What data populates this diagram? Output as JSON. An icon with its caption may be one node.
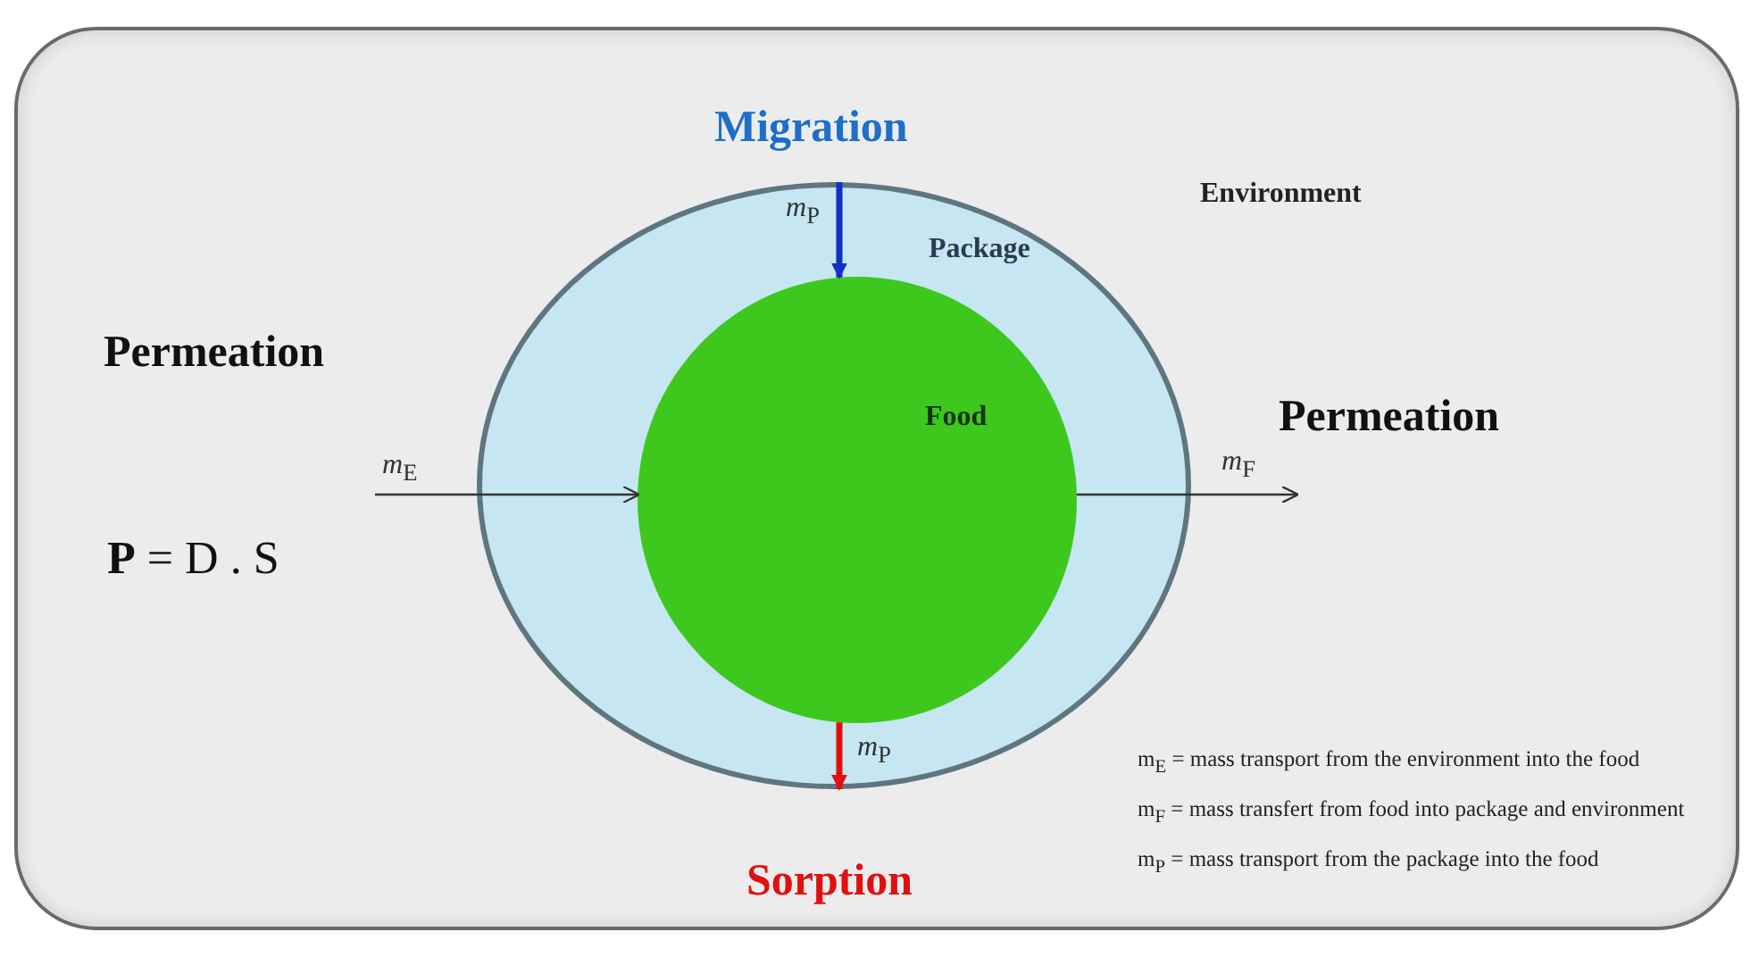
{
  "diagram": {
    "nodes": [
      {
        "text": [
          "Environment"
        ]
      },
      {
        "text": [
          "Package"
        ],
        "in": 0
      },
      {
        "text": [
          "Food"
        ],
        "in": 1
      }
    ],
    "edges": [
      {
        "from": null,
        "to": 2,
        "arrow": "to",
        "label": "*m*$_{E}$"
      },
      {
        "from": 2,
        "to": null,
        "arrow": "to",
        "label": "*m*$_{F}$"
      },
      {
        "from": 1,
        "to": 2,
        "arrow": "to",
        "label": "*m*$_{P}$",
        "color": "#1030c8",
        "style": "thick"
      },
      {
        "from": 2,
        "to": 1,
        "arrow": "to",
        "label": "*m*$_{P}$",
        "color": "#e01010",
        "style": "thick"
      }
    ],
    "labels": [
      "Migration",
      "Permeation",
      "Permeation",
      "**P** = D . S",
      "Sorption",
      "m$_{E}$ = mass transport from the environment into the food",
      "m$_{F}$ = mass transfert from food into package and environment",
      "m$_{P}$ = mass transport from the package into the food"
    ]
  }
}
